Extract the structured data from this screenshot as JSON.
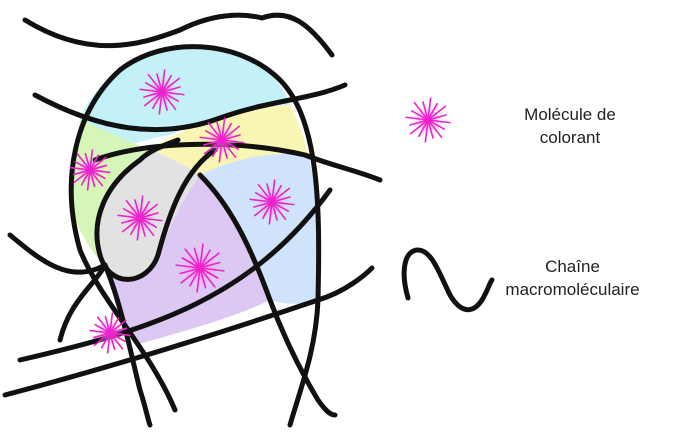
{
  "legend": {
    "dye_molecule": {
      "line1": "Molécule de",
      "line2": "colorant"
    },
    "chain": {
      "line1": "Chaîne",
      "line2": "macromoléculaire"
    }
  },
  "colors": {
    "chain_stroke": "#111111",
    "star": "#ee22cc",
    "star_glow": "#ff99ee",
    "region_cyan": "#c4f1f8",
    "region_yellow": "#f9f6b4",
    "region_green": "#d6f5b8",
    "region_grey": "#e2e2e2",
    "region_blue": "#cfe3fa",
    "region_purple": "#dcc8f2"
  }
}
